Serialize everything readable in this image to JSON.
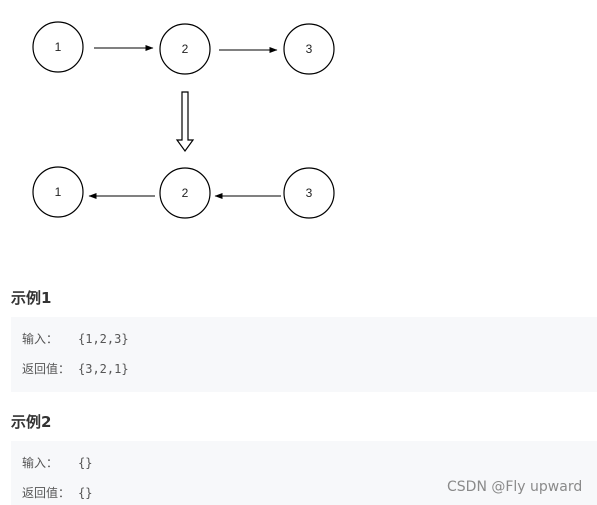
{
  "diagram": {
    "before": {
      "nodes": [
        "1",
        "2",
        "3"
      ],
      "arrows": [
        {
          "from": "1",
          "to": "2"
        },
        {
          "from": "2",
          "to": "3"
        }
      ]
    },
    "after": {
      "nodes": [
        "1",
        "2",
        "3"
      ],
      "arrows": [
        {
          "from": "2",
          "to": "1"
        },
        {
          "from": "3",
          "to": "2"
        }
      ]
    }
  },
  "examples": [
    {
      "title": "示例1",
      "input_label": "输入：",
      "input_value": "{1,2,3}",
      "output_label": "返回值：",
      "output_value": "{3,2,1}"
    },
    {
      "title": "示例2",
      "input_label": "输入：",
      "input_value": "{}",
      "output_label": "返回值：",
      "output_value": "{}"
    }
  ],
  "watermark": "CSDN @Fly upward"
}
